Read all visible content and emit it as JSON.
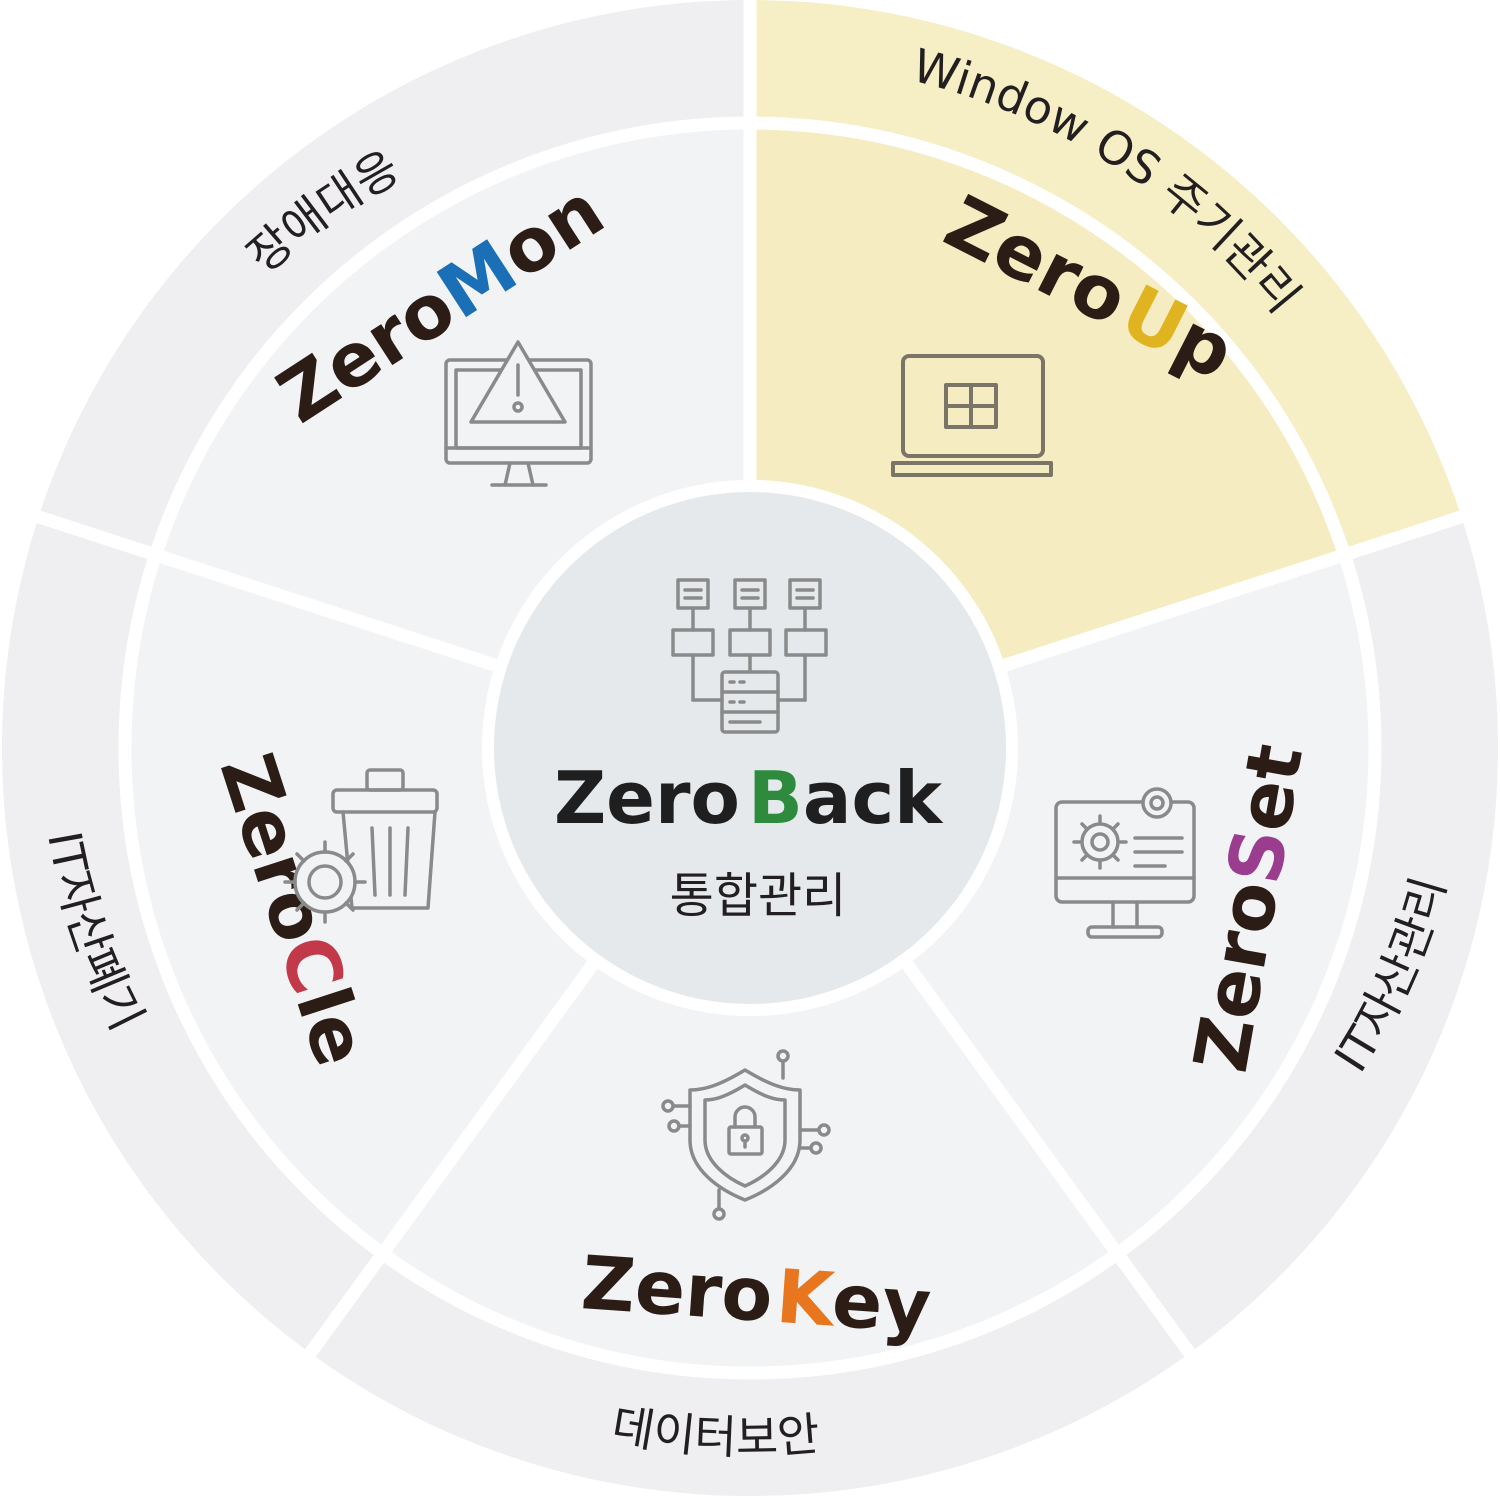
{
  "center": {
    "brand_prefix": "Zero",
    "brand_letter": "B",
    "brand_suffix": "ack",
    "subtitle": "통합관리",
    "icon": "server-network-icon"
  },
  "segments": [
    {
      "id": "zeromon",
      "category": "장애대응",
      "brand_prefix": "Zero",
      "brand_letter": "M",
      "brand_suffix": "on",
      "letter_color": "#1b6fb6",
      "icon": "monitor-warning-icon",
      "highlighted": false
    },
    {
      "id": "zeroup",
      "category": "Window OS 주기관리",
      "brand_prefix": "Zero",
      "brand_letter": "U",
      "brand_suffix": "p",
      "letter_color": "#e0b320",
      "icon": "laptop-windows-icon",
      "highlighted": true
    },
    {
      "id": "zeroset",
      "category": "IT자산관리",
      "brand_prefix": "Zero",
      "brand_letter": "S",
      "brand_suffix": "et",
      "letter_color": "#9b3d8f",
      "icon": "monitor-settings-icon",
      "highlighted": false
    },
    {
      "id": "zerokey",
      "category": "데이터보안",
      "brand_prefix": "Zero",
      "brand_letter": "K",
      "brand_suffix": "ey",
      "letter_color": "#e8761f",
      "icon": "shield-lock-icon",
      "highlighted": false
    },
    {
      "id": "zerocle",
      "category": "IT자산폐기",
      "brand_prefix": "Zero",
      "brand_letter": "C",
      "brand_suffix": "le",
      "letter_color": "#c23a4a",
      "icon": "trash-gear-icon",
      "highlighted": false
    }
  ],
  "colors": {
    "outer_ring": "#efeff1",
    "inner_ring": "#f2f3f5",
    "highlight_outer": "#f6eec4",
    "highlight_inner": "#f5edc1",
    "center_fill": "#e6e9ec",
    "divider": "#ffffff",
    "brand_b": "#2e8b3d"
  }
}
